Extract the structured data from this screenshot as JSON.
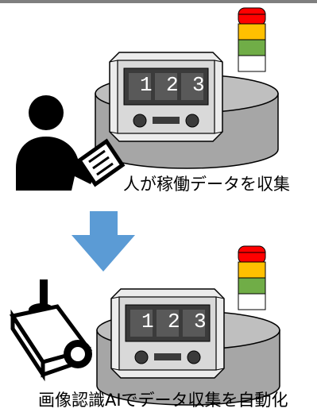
{
  "panel": {
    "digits": [
      "1",
      "2",
      "3"
    ]
  },
  "captions": {
    "manual": "人が稼働データを収集",
    "automated": "画像認識AIでデータ収集を自動化"
  },
  "colors": {
    "lamp_red": "#ff0000",
    "lamp_yellow": "#ffc000",
    "lamp_green": "#70ad47",
    "lamp_white": "#ffffff",
    "arrow": "#5b9bd5",
    "base": "#a6a6a6",
    "panel_face": "#d9d9d9",
    "display": "#3b3b3b"
  },
  "icons": [
    "machine-icon",
    "signal-tower-icon",
    "person-with-clipboard-icon",
    "down-arrow-icon",
    "camera-icon"
  ]
}
